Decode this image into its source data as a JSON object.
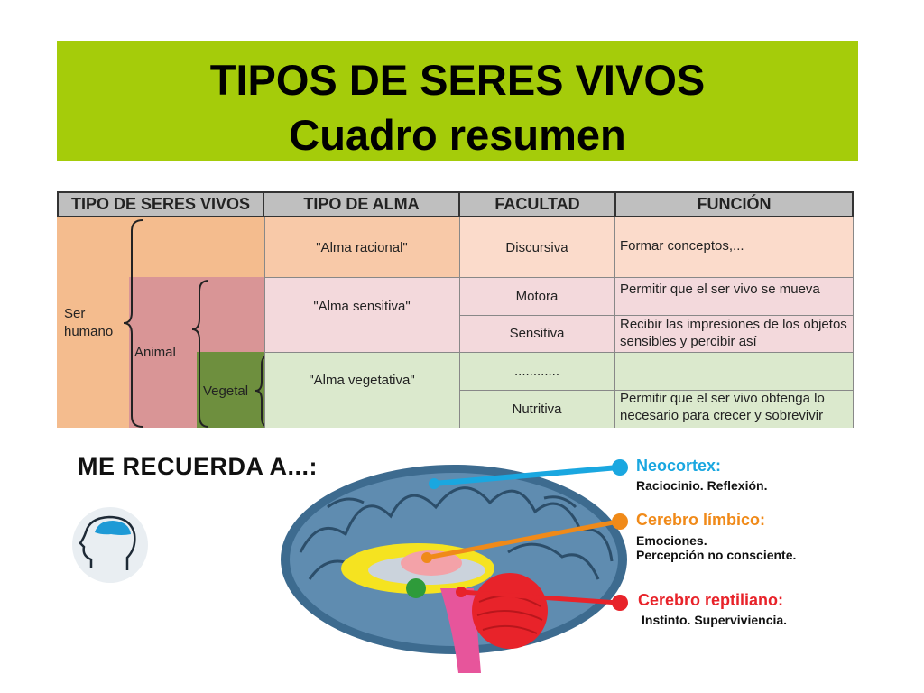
{
  "title": {
    "line1": "TIPOS DE SERES VIVOS",
    "line2": "Cuadro resumen"
  },
  "colors": {
    "banner": "#a5cc0a",
    "ser_humano": "#f4bc8e",
    "animal": "#d99596",
    "vegetal": "#6e8f3e",
    "racional_row": "#fbdbcb",
    "sensitiva_row": "#f3d9dc",
    "vegetativa_row": "#dbe9cd",
    "neocortex": "#1aa7e0",
    "limbico": "#f08a19",
    "reptiliano": "#e8232a"
  },
  "table": {
    "headers": [
      "TIPO DE SERES VIVOS",
      "TIPO DE ALMA",
      "FACULTAD",
      "FUNCIÓN"
    ],
    "beings": {
      "ser_humano": "Ser humano",
      "animal": "Animal",
      "vegetal": "Vegetal"
    },
    "souls": {
      "racional": "\"Alma racional\"",
      "sensitiva": "\"Alma sensitiva\"",
      "vegetativa": "\"Alma vegetativa\""
    },
    "rows": [
      {
        "facultad": "Discursiva",
        "funcion": "Formar conceptos,..."
      },
      {
        "facultad": "Motora",
        "funcion": "Permitir que el ser vivo se mueva"
      },
      {
        "facultad": "Sensitiva",
        "funcion": "Recibir las impresiones de los objetos sensibles y percibir así"
      },
      {
        "facultad": "............",
        "funcion": ""
      },
      {
        "facultad": "Nutritiva",
        "funcion": "Permitir que el ser vivo obtenga lo necesario para crecer y sobrevivir"
      }
    ]
  },
  "brain": {
    "recuerda": "ME RECUERDA A...:",
    "labels": [
      {
        "title": "Neocortex:",
        "sub1": "Raciocinio. Reflexión.",
        "sub2": ""
      },
      {
        "title": "Cerebro límbico:",
        "sub1": "Emociones.",
        "sub2": "Percepción no consciente."
      },
      {
        "title": "Cerebro reptiliano:",
        "sub1": "Instinto. Superviviencia.",
        "sub2": ""
      }
    ],
    "icons": [
      "head-brain-icon"
    ]
  }
}
